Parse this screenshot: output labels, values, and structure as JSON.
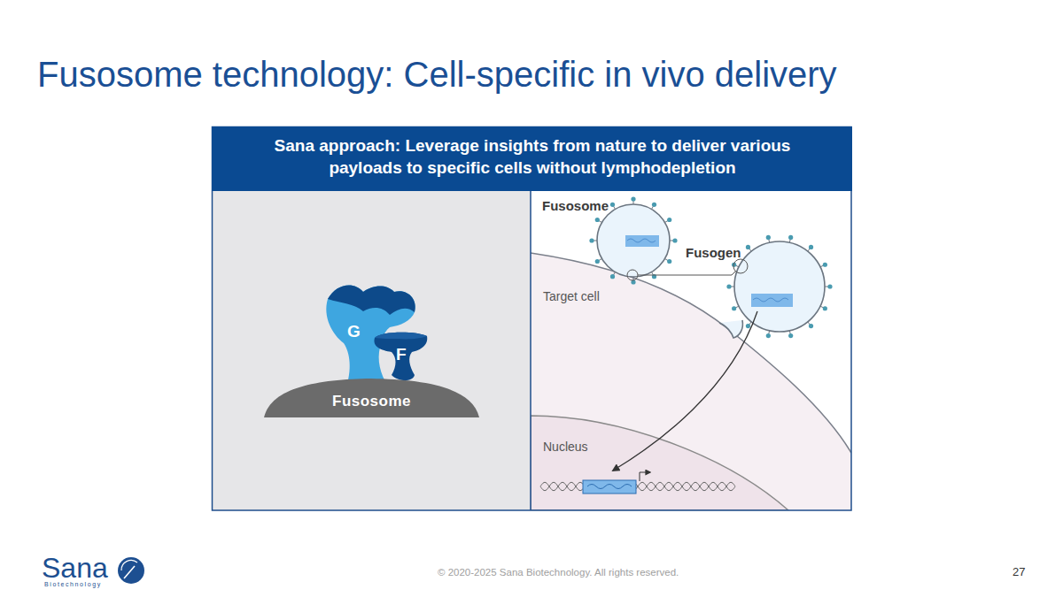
{
  "diagram": {
    "title": "Fusosome technology: Cell-specific in vivo delivery",
    "nodes": [
      {
        "text": [
          "Sana approach: Leverage insights from nature to deliver various payloads to specific cells without lymphodepletion"
        ]
      },
      {
        "text": [
          "G"
        ]
      },
      {
        "text": [
          "F"
        ]
      },
      {
        "text": [
          "Fusosome"
        ]
      }
    ],
    "labels": [
      "Fusosome",
      "Fusogen",
      "Target cell",
      "Nucleus",
      "Sana",
      "Biotechnology",
      "© 2020-2025 Sana Biotechnology. All rights reserved.",
      "27"
    ]
  }
}
